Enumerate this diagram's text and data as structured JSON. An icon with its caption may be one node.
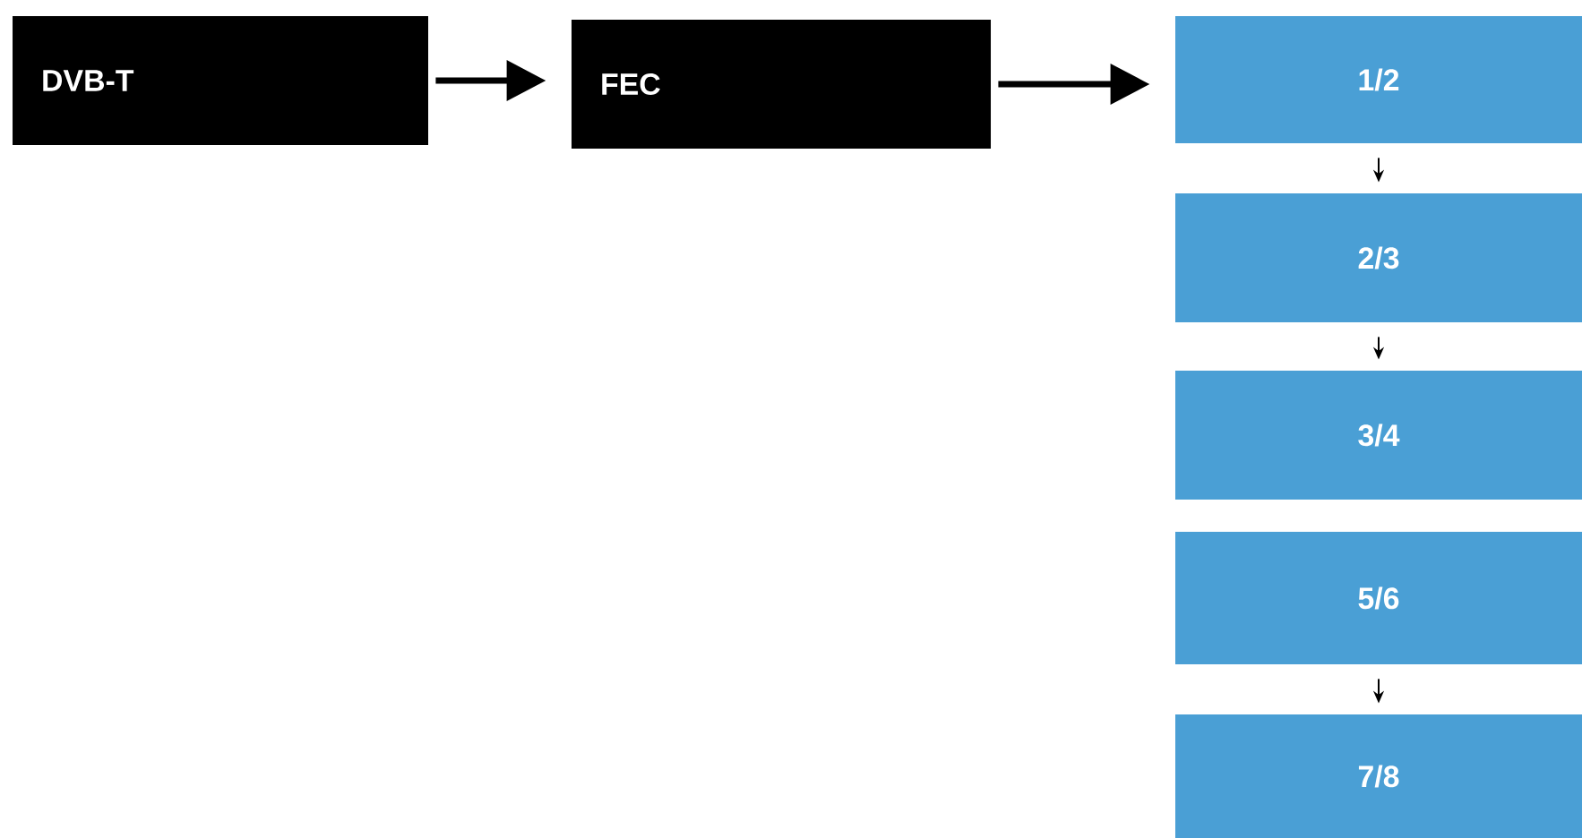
{
  "diagram": {
    "nodes": [
      {
        "text": [
          "DVB-T"
        ]
      },
      {
        "text": [
          "FEC"
        ]
      },
      {
        "text": [
          "1/2"
        ]
      },
      {
        "text": [
          "2/3"
        ]
      },
      {
        "text": [
          "3/4"
        ]
      },
      {
        "text": [
          "5/6"
        ]
      },
      {
        "text": [
          "7/8"
        ]
      }
    ],
    "edges": [
      {
        "from": 0,
        "to": 1,
        "arrow": "to",
        "style": "thick"
      },
      {
        "from": 1,
        "to": 2,
        "arrow": "to",
        "style": "thick"
      },
      {
        "from": 2,
        "to": 3,
        "arrow": "to"
      },
      {
        "from": 3,
        "to": 4,
        "arrow": "to"
      },
      {
        "from": 5,
        "to": 6,
        "arrow": "to"
      }
    ]
  }
}
